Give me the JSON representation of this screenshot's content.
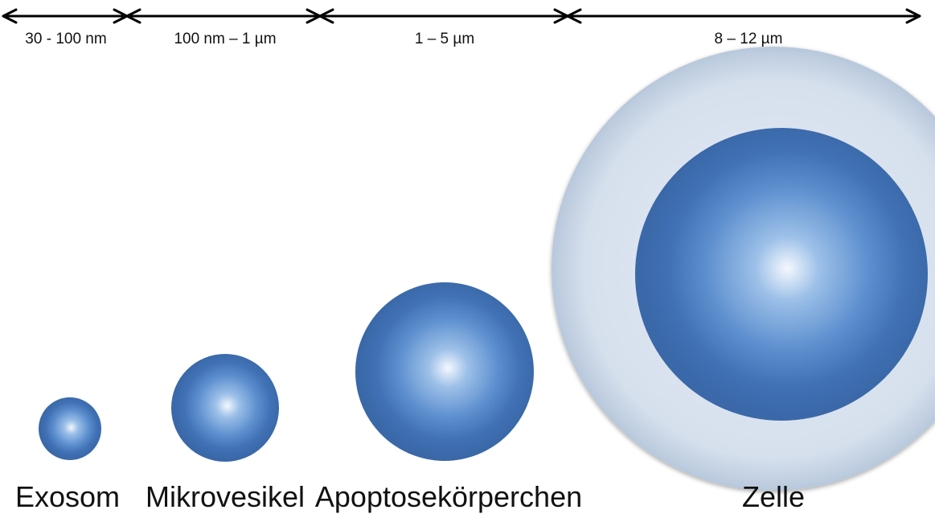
{
  "ranges": {
    "exosom": "30 - 100 nm",
    "mikrovesikel": "100 nm – 1 µm",
    "apoptose": "1 – 5 µm",
    "zelle": "8 – 12 µm"
  },
  "names": {
    "exosom": "Exosom",
    "mikrovesikel": "Mikrovesikel",
    "apoptose": "Apoptosekörperchen",
    "zelle": "Zelle"
  },
  "colors": {
    "vesicle_dark": "#3f6fb2",
    "vesicle_light": "#f2f7fd",
    "cell_outer": "#dde6f1",
    "arrow": "#000000"
  }
}
